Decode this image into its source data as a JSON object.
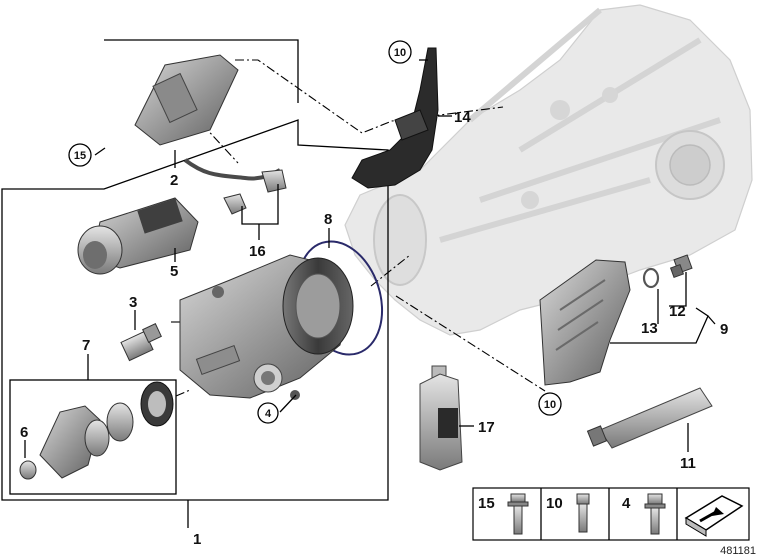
{
  "diagram": {
    "reference_number": "481181",
    "callouts": {
      "c1": "1",
      "c2": "2",
      "c3": "3",
      "c4": "4",
      "c5": "5",
      "c6": "6",
      "c7": "7",
      "c8": "8",
      "c9": "9",
      "c10a": "10",
      "c10b": "10",
      "c11": "11",
      "c12": "12",
      "c13": "13",
      "c14": "14",
      "c15": "15",
      "c16": "16",
      "c17": "17"
    },
    "legend": [
      {
        "label": "15",
        "part": "bolt-with-collar"
      },
      {
        "label": "10",
        "part": "screw"
      },
      {
        "label": "4",
        "part": "hex-flange-bolt"
      }
    ],
    "colors": {
      "line": "#000000",
      "part_fill": "#9a9a9a",
      "ghost_fill": "#e6e6e6",
      "seal_ring": "#2a2a6a"
    }
  }
}
